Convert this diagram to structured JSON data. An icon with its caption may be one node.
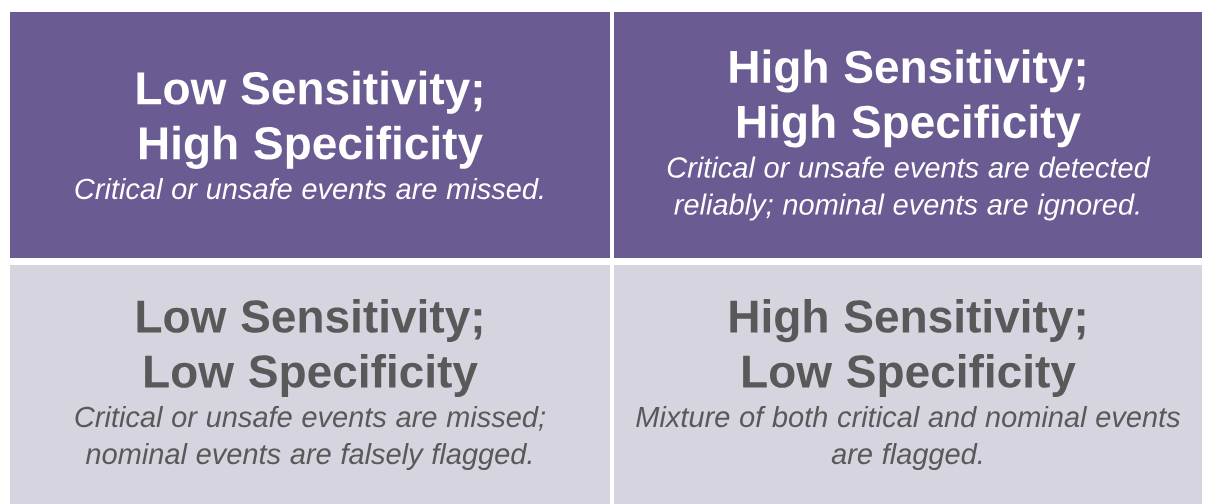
{
  "diagram": {
    "nodes": [
      {
        "text": [
          "Low Sensitivity; High Specificity",
          "Critical or unsafe events are missed."
        ]
      },
      {
        "text": [
          "High Sensitivity; High Specificity",
          "Critical or unsafe events are detected reliably; nominal events are ignored."
        ]
      },
      {
        "text": [
          "Low Sensitivity; Low Specificity",
          "Critical or unsafe events are missed; nominal events are falsely flagged."
        ]
      },
      {
        "text": [
          "High Sensitivity; Low Specificity",
          "Mixture of both critical and nominal events are flagged."
        ]
      }
    ]
  }
}
